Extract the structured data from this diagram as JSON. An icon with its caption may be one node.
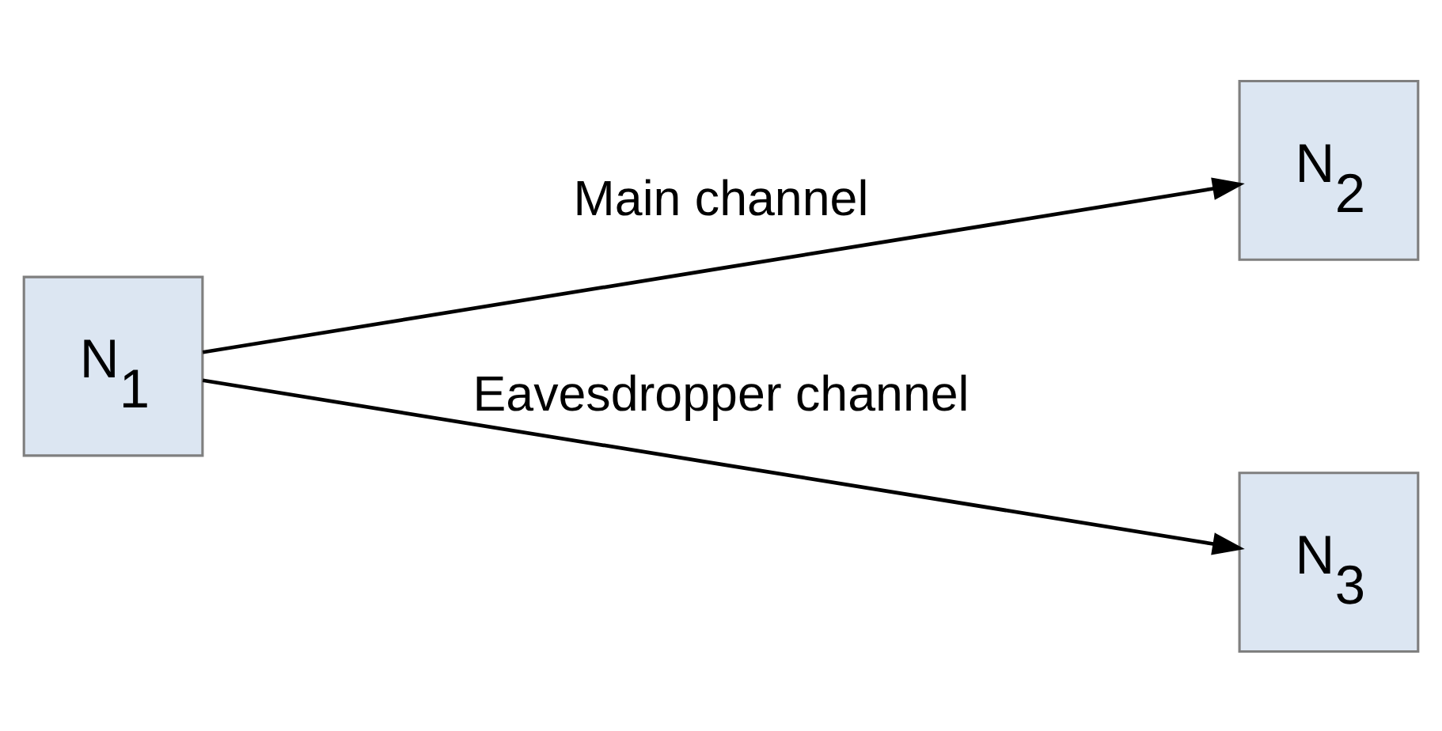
{
  "diagram": {
    "nodes": [
      {
        "text": [
          "N$_{1}$"
        ]
      },
      {
        "text": [
          "N$_{2}$"
        ]
      },
      {
        "text": [
          "N$_{3}$"
        ]
      }
    ],
    "edges": [
      {
        "from": 0,
        "to": 1,
        "arrow": "to",
        "label": "Main channel"
      },
      {
        "from": 0,
        "to": 2,
        "arrow": "to",
        "label": "Eavesdropper channel"
      }
    ]
  }
}
